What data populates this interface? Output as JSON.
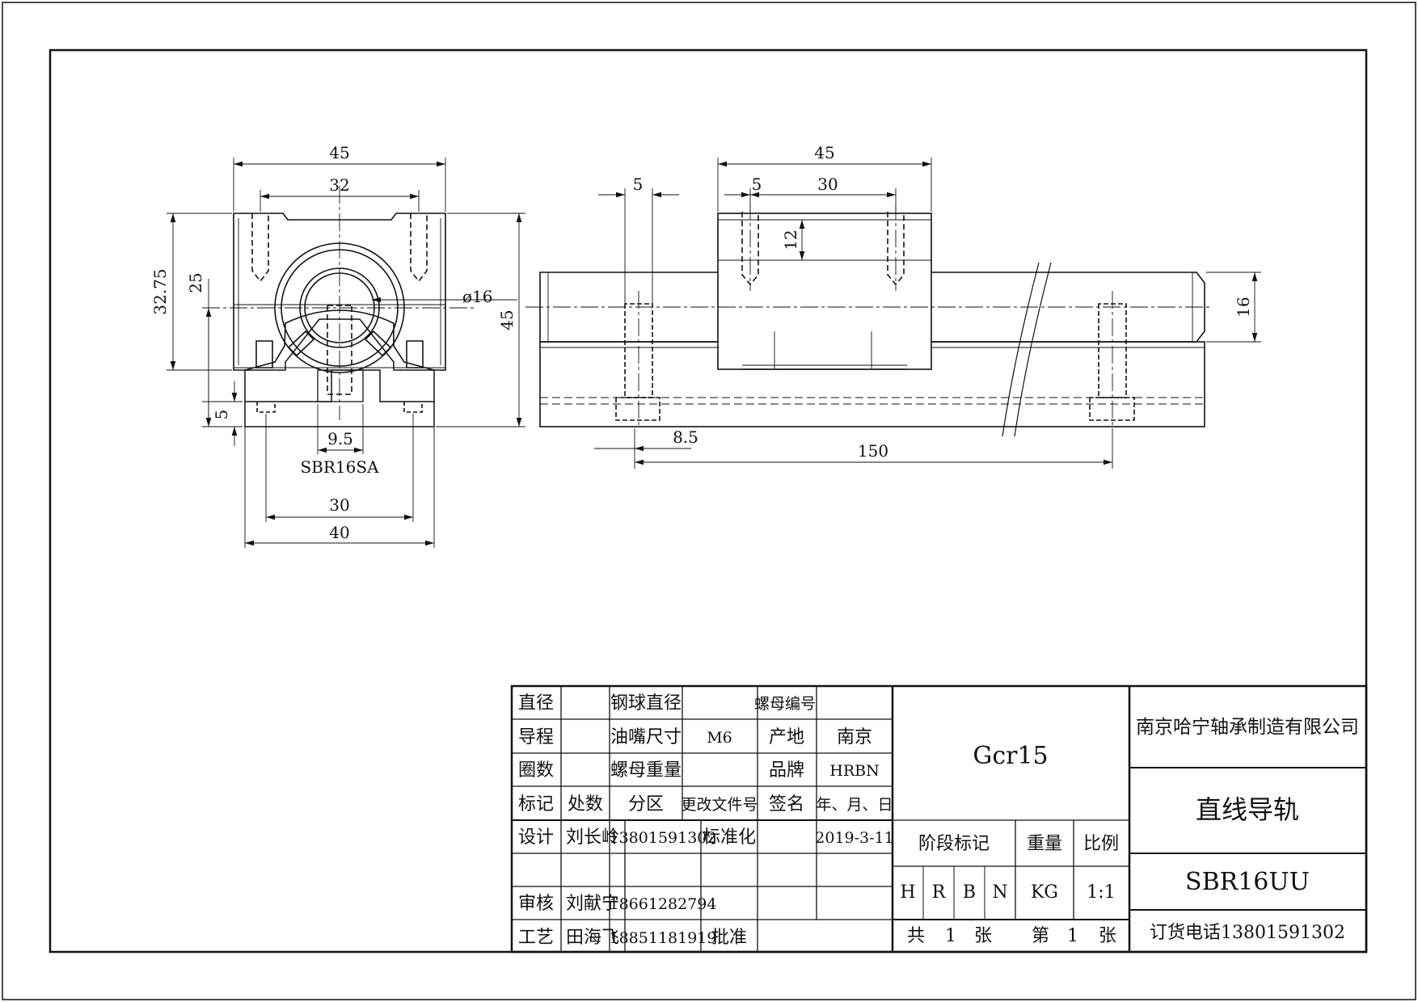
{
  "drawing": {
    "front_view": {
      "dim_width_top": "45",
      "dim_hole_pitch": "32",
      "dim_height_block": "32.75",
      "dim_center_height": "25",
      "dim_bore": "ø16",
      "dim_total_height": "45",
      "dim_base_thickness": "5",
      "dim_slot_width": "9.5",
      "model_label": "SBR16SA",
      "dim_base_hole_pitch": "30",
      "dim_base_width": "40"
    },
    "side_view": {
      "dim_block_length": "45",
      "dim_bolt_offset": "5",
      "dim_block_hole_pitch": "30",
      "dim_tap_depth": "12",
      "dim_rail_left_offset": "5",
      "dim_rail_diameter": "16",
      "dim_rail_hole_offset": "8.5",
      "dim_rail_hole_pitch": "150"
    }
  },
  "title_block": {
    "labels": {
      "diameter": "直径",
      "ball_diameter": "钢球直径",
      "nut_number": "螺母编号",
      "lead": "导程",
      "grease_nipple": "油嘴尺寸",
      "origin": "产地",
      "turns": "圈数",
      "nut_weight": "螺母重量",
      "brand": "品牌",
      "mark": "标记",
      "count": "处数",
      "zone": "分区",
      "change_doc": "更改文件号",
      "signature": "签名",
      "date_label": "年、月、日",
      "design": "设计",
      "standardization": "标准化",
      "review": "审核",
      "process": "工艺",
      "approve": "批准",
      "stage_mark": "阶段标记",
      "weight": "重量",
      "scale": "比例"
    },
    "values": {
      "grease_nipple": "M6",
      "origin": "南京",
      "brand": "HRBN",
      "designer": "刘长岭",
      "designer_phone": "13801591302",
      "design_date": "2019-3-11",
      "reviewer": "刘献宁",
      "reviewer_phone": "18661282794",
      "process_by": "田海飞",
      "process_phone": "18851181919"
    },
    "material": "Gcr15",
    "stage_letters": [
      "H",
      "R",
      "B",
      "N"
    ],
    "weight_unit": "KG",
    "scale_value": "1:1",
    "sheet_total_prefix": "共",
    "sheet_total": "1",
    "sheet_total_suffix": "张",
    "sheet_no_prefix": "第",
    "sheet_no": "1",
    "sheet_no_suffix": "张",
    "company": "南京哈宁轴承制造有限公司",
    "part_name": "直线导轨",
    "part_code": "SBR16UU",
    "order_phone": "订货电话13801591302"
  }
}
